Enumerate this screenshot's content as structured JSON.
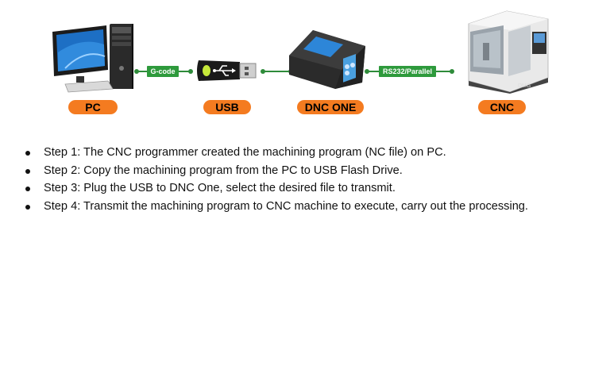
{
  "devices": [
    {
      "id": "pc",
      "label": "PC"
    },
    {
      "id": "usb",
      "label": "USB"
    },
    {
      "id": "dnc",
      "label": "DNC ONE"
    },
    {
      "id": "cnc",
      "label": "CNC"
    }
  ],
  "connections": {
    "pc_usb": "G-code",
    "dnc_cnc": "RS232/Parallel"
  },
  "steps": [
    "Step 1: The CNC programmer created the machining program (NC file) on PC.",
    "Step 2: Copy the machining program from the PC to USB Flash Drive.",
    "Step 3: Plug the USB to DNC One, select the desired file to transmit.",
    "Step 4: Transmit the machining program to CNC machine to execute, carry out the processing."
  ],
  "colors": {
    "accent": "#f47b20",
    "connector": "#2e9a3c"
  }
}
